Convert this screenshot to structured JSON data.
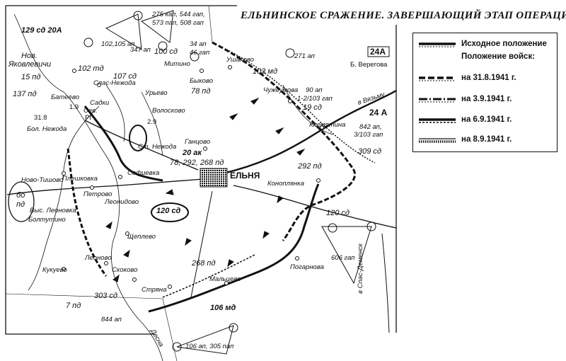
{
  "title": "ЕЛЬНИНСКОЕ СРАЖЕНИЕ. ЗАВЕРШАЮЩИЙ ЭТАП ОПЕРАЦИИ",
  "legend": {
    "initial": "Исходное положение",
    "header": "Положение войск:",
    "d1": "на 31.8.1941 г.",
    "d2": "на 3.9.1941 г.",
    "d3": "на 6.9.1941 г.",
    "d4": "на 8.9.1941 г."
  },
  "labels": {
    "u129": "129 сд 20А",
    "nov_yak": "Нов.",
    "nov_yak2": "Яковлевичи",
    "u15": "15 пд",
    "u102td": "102 тд",
    "u137": "137 пд",
    "bateevo": "Батеево",
    "spas": "Спас-Нежода",
    "u107": "107 сд",
    "u100": "100 сд",
    "art1": "275 кап, 544 гап,",
    "art2": "573 пап, 508 гап",
    "art3": "102,105 ап",
    "art4": "347 ап",
    "art5": "34 ап",
    "art6": "46 гап",
    "mitino": "Митино",
    "bykovo": "Быково",
    "u78": "78 пд",
    "ushakovo": "Ушаково",
    "u103": "103 мд",
    "art7": "271 ап",
    "army24": "24А",
    "veregova": "Б. Верегова",
    "urievo": "Урьево",
    "voloskovo": "Волосково",
    "chuzh": "Чужеумова",
    "art8": "90 ап",
    "art9": "1-2/103 гап",
    "u19": "19 сд",
    "vyazmu": "в Вязьму",
    "army24b": "24 А",
    "klemyatino": "Клемятина",
    "art10": "842 ап,",
    "art11": "3/103 гап",
    "gantsovo": "Ганцово",
    "u20ak": "20 ак",
    "u78_292": "78, 292, 268 пд",
    "u309": "309 сд",
    "u292": "292 пд",
    "elnya": "ЕЛЬНЯ",
    "bol_nezh": "Бол. Нежода",
    "st_nezh": "Ст. Нежода",
    "sofievka": "Софиевка",
    "novo_tish": "Ново-Тишово",
    "pleshk": "Плешковка",
    "konop": "Коноплянка",
    "petrovo": "Петрово",
    "leonidovo": "Леонидово",
    "u120": "120 сд",
    "u120b": "120 сд",
    "bo": "бо",
    "pd": "пд",
    "vys_leon": "Выс. Леоновка",
    "boltutino": "Болтутино",
    "shchepl": "Щеплево",
    "leonovo": "Леоново",
    "skokovo": "Скоково",
    "u268": "268 пд",
    "kukuevo": "Кукуево",
    "u303": "303 сд",
    "striana": "Стряна",
    "maltsevo": "Мальцево",
    "pogarnova": "Погарнова",
    "art12": "606 гап",
    "u7": "7 пд",
    "art13": "844 ап",
    "u106": "106 мд",
    "desna": "Десна",
    "art14": "106 ап, 305 пап",
    "spas_dem": "в Спас-Деменск",
    "sev": "Сев.",
    "rg": "РГ",
    "sadki": "Садки",
    "n318": "31.8",
    "n19": "1.9",
    "n29": "2.9"
  },
  "colors": {
    "ink": "#111111",
    "paper": "#ffffff"
  }
}
